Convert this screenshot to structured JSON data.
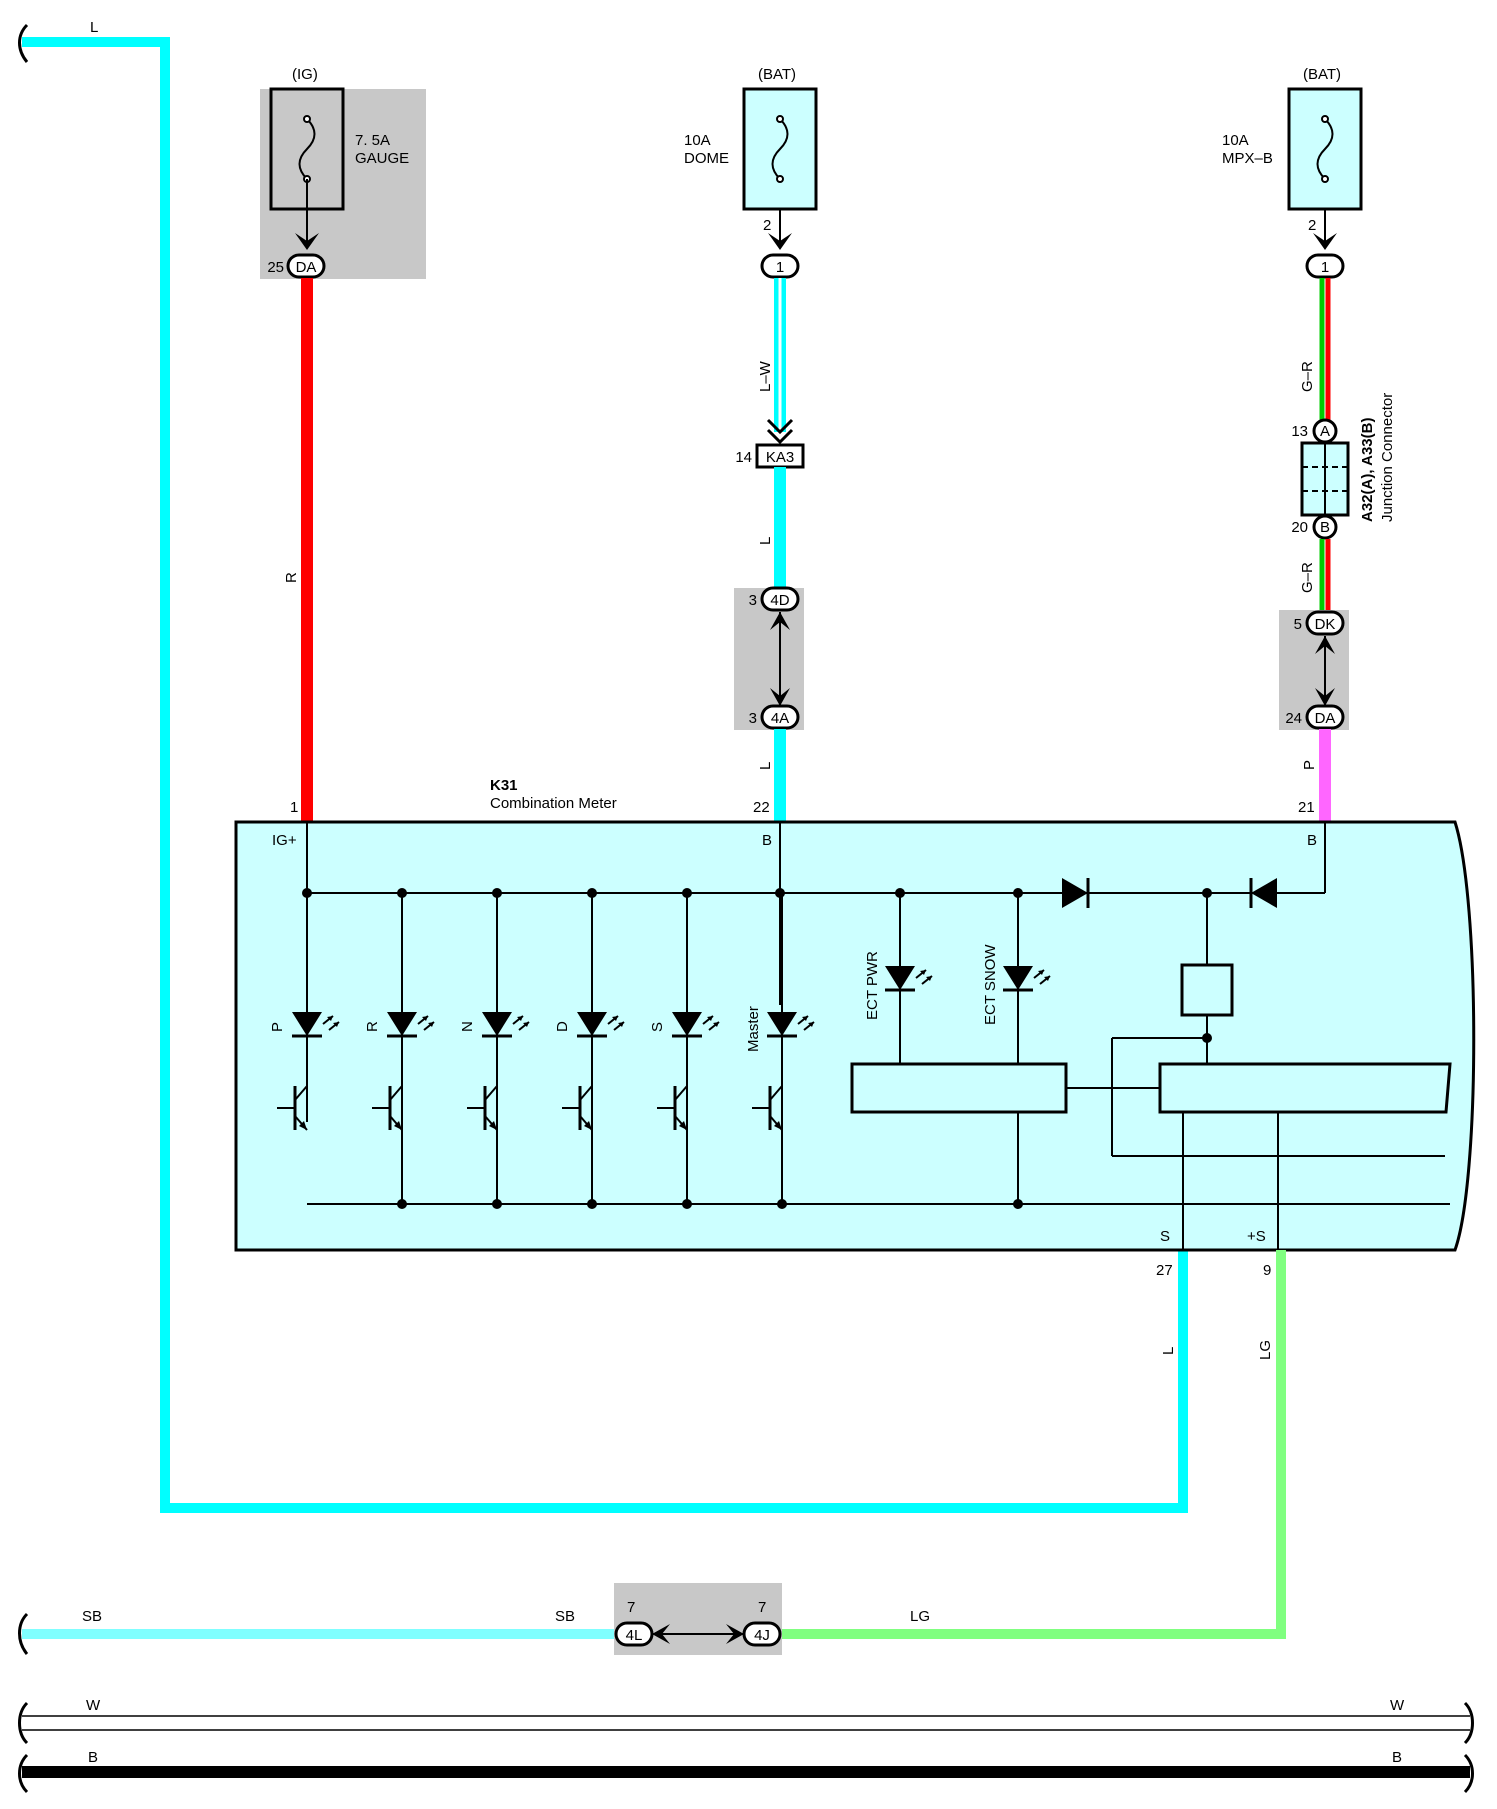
{
  "fuses": [
    {
      "source": "(IG)",
      "rating": "7. 5A",
      "name": "GAUGE",
      "pin": "25",
      "conn": "DA"
    },
    {
      "source": "(BAT)",
      "rating": "10A",
      "name": "DOME",
      "pin_top": "2",
      "pin": "1",
      "conn": "1"
    },
    {
      "source": "(BAT)",
      "rating": "10A",
      "name": "MPX–B",
      "pin_top": "2",
      "pin": "1",
      "conn": "1"
    }
  ],
  "wires": {
    "top_left": "L",
    "r": "R",
    "lw": "L–W",
    "l_mid": "L",
    "l_low": "L",
    "gr_top": "G–R",
    "gr_bot": "G–R",
    "p": "P",
    "l_bottom": "L",
    "lg_vertical": "LG",
    "sb_left": "SB",
    "sb_right": "SB",
    "lg_bottom": "LG",
    "w_left": "W",
    "w_right": "W",
    "b_left": "B",
    "b_right": "B"
  },
  "connectors": {
    "ka3_pin": "14",
    "ka3": "KA3",
    "c4d_pin": "3",
    "c4d": "4D",
    "c4a_pin": "3",
    "c4a": "4A",
    "jc_a_pin": "13",
    "jc_a": "A",
    "jc_b_pin": "20",
    "jc_b": "B",
    "jc_label1": "A32(A), A33(B)",
    "jc_label2": "Junction Connector",
    "dk_pin": "5",
    "dk": "DK",
    "da_pin": "24",
    "da": "DA",
    "c4l_pin": "7",
    "c4l": "4L",
    "c4j_pin": "7",
    "c4j": "4J"
  },
  "meter": {
    "id": "K31",
    "name": "Combination Meter",
    "pin_ig": "1",
    "term_ig": "IG+",
    "pin_b1": "22",
    "term_b1": "B",
    "pin_b2": "21",
    "term_b2": "B",
    "pin_s": "27",
    "term_s": "S",
    "pin_ps": "9",
    "term_ps": "+S",
    "leds": [
      "P",
      "R",
      "N",
      "D",
      "S",
      "Master"
    ],
    "ect_pwr": "ECT PWR",
    "ect_snow": "ECT SNOW"
  },
  "colors": {
    "L": "#00ffff",
    "R": "#ff0000",
    "P": "#ff66ff",
    "G": "#00cc00",
    "LG": "#80ff80",
    "SB": "#80ffff",
    "meter_fill": "#ccffff",
    "shade": "#c8c8c8"
  }
}
